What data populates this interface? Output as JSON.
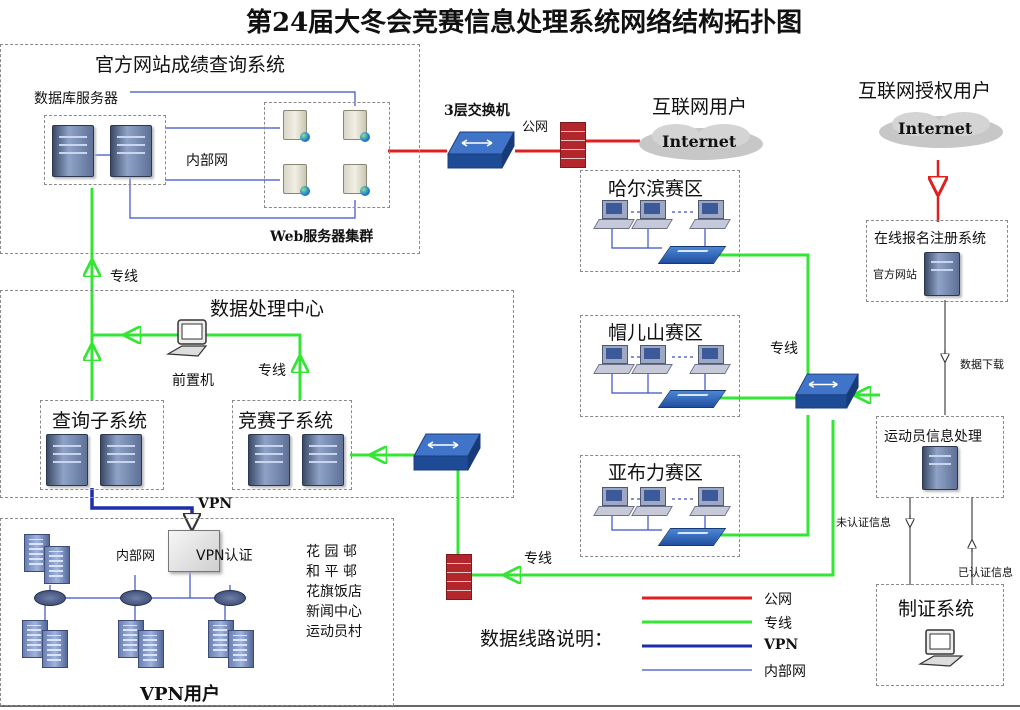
{
  "title": "第24届大冬会竞赛信息处理系统网络结构拓扑图",
  "official_site": {
    "title": "官方网站成绩查询系统",
    "db_server": "数据库服务器",
    "internal_net": "内部网",
    "web_cluster": "Web服务器集群"
  },
  "switch3": "3层交换机",
  "public_net": "公网",
  "internet_users": "互联网用户",
  "internet_label": "Internet",
  "auth_users": "互联网授权用户",
  "online_reg": {
    "title": "在线报名注册系统",
    "site": "官方网站"
  },
  "data_download": "数据下载",
  "athlete_info": "运动员信息处理",
  "unauth_info": "未认证信息",
  "auth_info": "已认证信息",
  "cert_system": "制证系统",
  "zones": [
    "哈尔滨赛区",
    "帽儿山赛区",
    "亚布力赛区"
  ],
  "dedicated": "专线",
  "data_center": {
    "title": "数据处理中心",
    "front_machine": "前置机",
    "query_sub": "查询子系统",
    "compete_sub": "竞赛子系统"
  },
  "vpn": "VPN",
  "vpn_auth": "VPN认证",
  "vpn_internal": "内部网",
  "vpn_users": "VPN用户",
  "venues": [
    "花 园 邨",
    "和 平 邨",
    "花旗饭店",
    "新闻中心",
    "运动员村"
  ],
  "legend": {
    "title": "数据线路说明：",
    "items": [
      {
        "label": "公网",
        "color": "#e02020"
      },
      {
        "label": "专线",
        "color": "#33e633"
      },
      {
        "label": "VPN",
        "color": "#1c2fa8"
      },
      {
        "label": "内部网",
        "color": "#3a4fc7"
      }
    ]
  },
  "colors": {
    "public": "#e02020",
    "dedicated": "#33e633",
    "vpn": "#1c2fa8",
    "internal": "#3a4fc7"
  },
  "icons": [
    "server-icon",
    "web-server-icon",
    "switch-icon",
    "firewall-icon",
    "cloud-icon",
    "pc-icon",
    "hub-icon",
    "building-icon",
    "router-icon",
    "vpn-gateway-icon"
  ]
}
